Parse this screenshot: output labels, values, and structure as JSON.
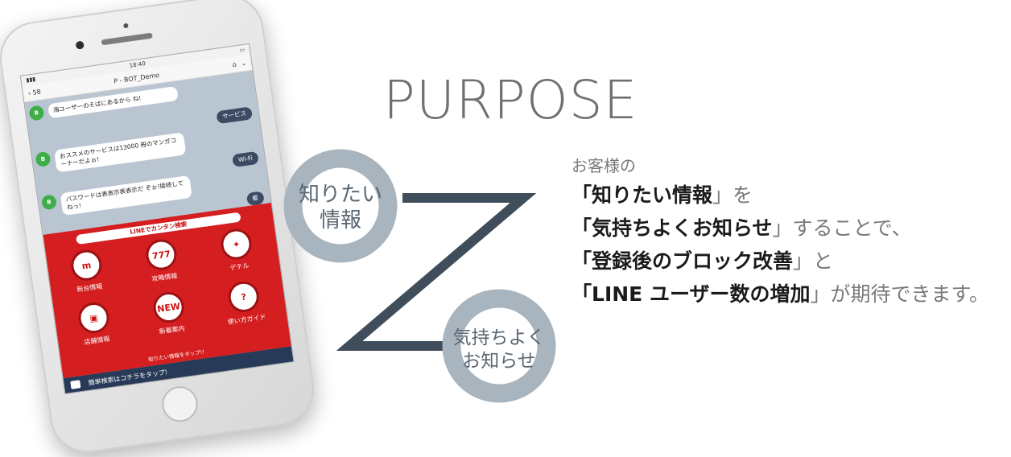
{
  "heading": "PURPOSE",
  "circle_top_label": [
    "知りたい",
    "情報"
  ],
  "circle_bottom_label": [
    "気持ちよく",
    "お知らせ"
  ],
  "intro": "お客様の",
  "lines": [
    {
      "open": "「",
      "bold": "知りたい情報",
      "close": "」",
      "rest": "を"
    },
    {
      "open": "「",
      "bold": "気持ちよくお知らせ",
      "close": "」",
      "rest": "することで、"
    },
    {
      "open": "「",
      "bold": "登録後のブロック改善",
      "close": "」",
      "rest": "と"
    },
    {
      "open": "「",
      "bold": "LINE ユーザー数の増加",
      "close": "」",
      "rest": "が期待できます。"
    }
  ],
  "colors": {
    "circle": "#a9b5be",
    "zigzag": "#3f4e5a",
    "menu_red": "#d51e20",
    "bar_navy": "#273a57"
  },
  "phone": {
    "status_time": "18:40",
    "back_count": "58",
    "chat_title": "P - BOT_Demo",
    "messages_in": [
      "海ユーザーのそばにあるから ね!",
      "おススメのサービスは13000 冊のマンガコーナーだよぉ!",
      "パスワードは表表示表表示だ ぞぉ!接続してねっ!"
    ],
    "messages_out": [
      "サービス",
      "Wi-Fi",
      "看"
    ],
    "menu_title": "LINEでカンタン検索",
    "tiles": [
      {
        "label": "新台情報",
        "icon": "slot-machine-icon"
      },
      {
        "label": "攻略情報",
        "icon": "reels-icon"
      },
      {
        "label": "デテル",
        "icon": "runner-icon"
      },
      {
        "label": "店舗情報",
        "icon": "store-icon"
      },
      {
        "label": "新着案内",
        "icon": "new-badge-icon"
      },
      {
        "label": "使い方ガイド",
        "icon": "question-icon"
      }
    ],
    "menu_footer": "知りたい情報をタップ!!",
    "search_label": "簡単検索はコチラをタップ!"
  }
}
